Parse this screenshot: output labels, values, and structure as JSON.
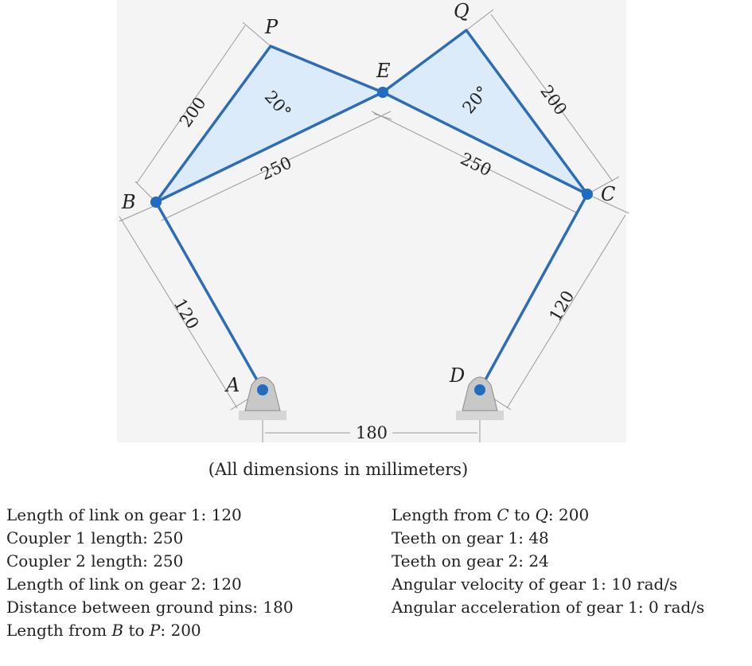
{
  "figure": {
    "points": {
      "A": "A",
      "B": "B",
      "C": "C",
      "D": "D",
      "E": "E",
      "P": "P",
      "Q": "Q"
    },
    "dimensions": {
      "AB": "120",
      "BP": "200",
      "BE": "250",
      "CQ": "200",
      "CE": "250",
      "CD": "120",
      "AD": "180",
      "angle_left": "20°",
      "angle_right": "20°"
    },
    "caption": "(All dimensions in millimeters)",
    "colors": {
      "link": "#2e6db5",
      "fill": "#dcebf9",
      "background": "#f4f4f4",
      "ground": "#c8c8c8"
    }
  },
  "specs": {
    "left": [
      {
        "label": "Length of link on gear 1: ",
        "value": "120"
      },
      {
        "label": "Coupler 1 length: ",
        "value": "250"
      },
      {
        "label": "Coupler 2 length: ",
        "value": "250"
      },
      {
        "label": "Length of link on gear 2: ",
        "value": "120"
      },
      {
        "label": "Distance between ground pins: ",
        "value": "180"
      },
      {
        "pre": "Length from ",
        "p1": "B",
        "mid": " to ",
        "p2": "P",
        "post": ": 200"
      }
    ],
    "right": [
      {
        "pre": "Length from ",
        "p1": "C",
        "mid": " to ",
        "p2": "Q",
        "post": ": 200"
      },
      {
        "label": "Teeth on gear 1: ",
        "value": "48"
      },
      {
        "label": "Teeth on gear 2: ",
        "value": "24"
      },
      {
        "label": "Angular velocity of gear 1: ",
        "value": "10 rad/s"
      },
      {
        "label": "Angular acceleration of gear 1: ",
        "value": "0 rad/s"
      }
    ]
  }
}
